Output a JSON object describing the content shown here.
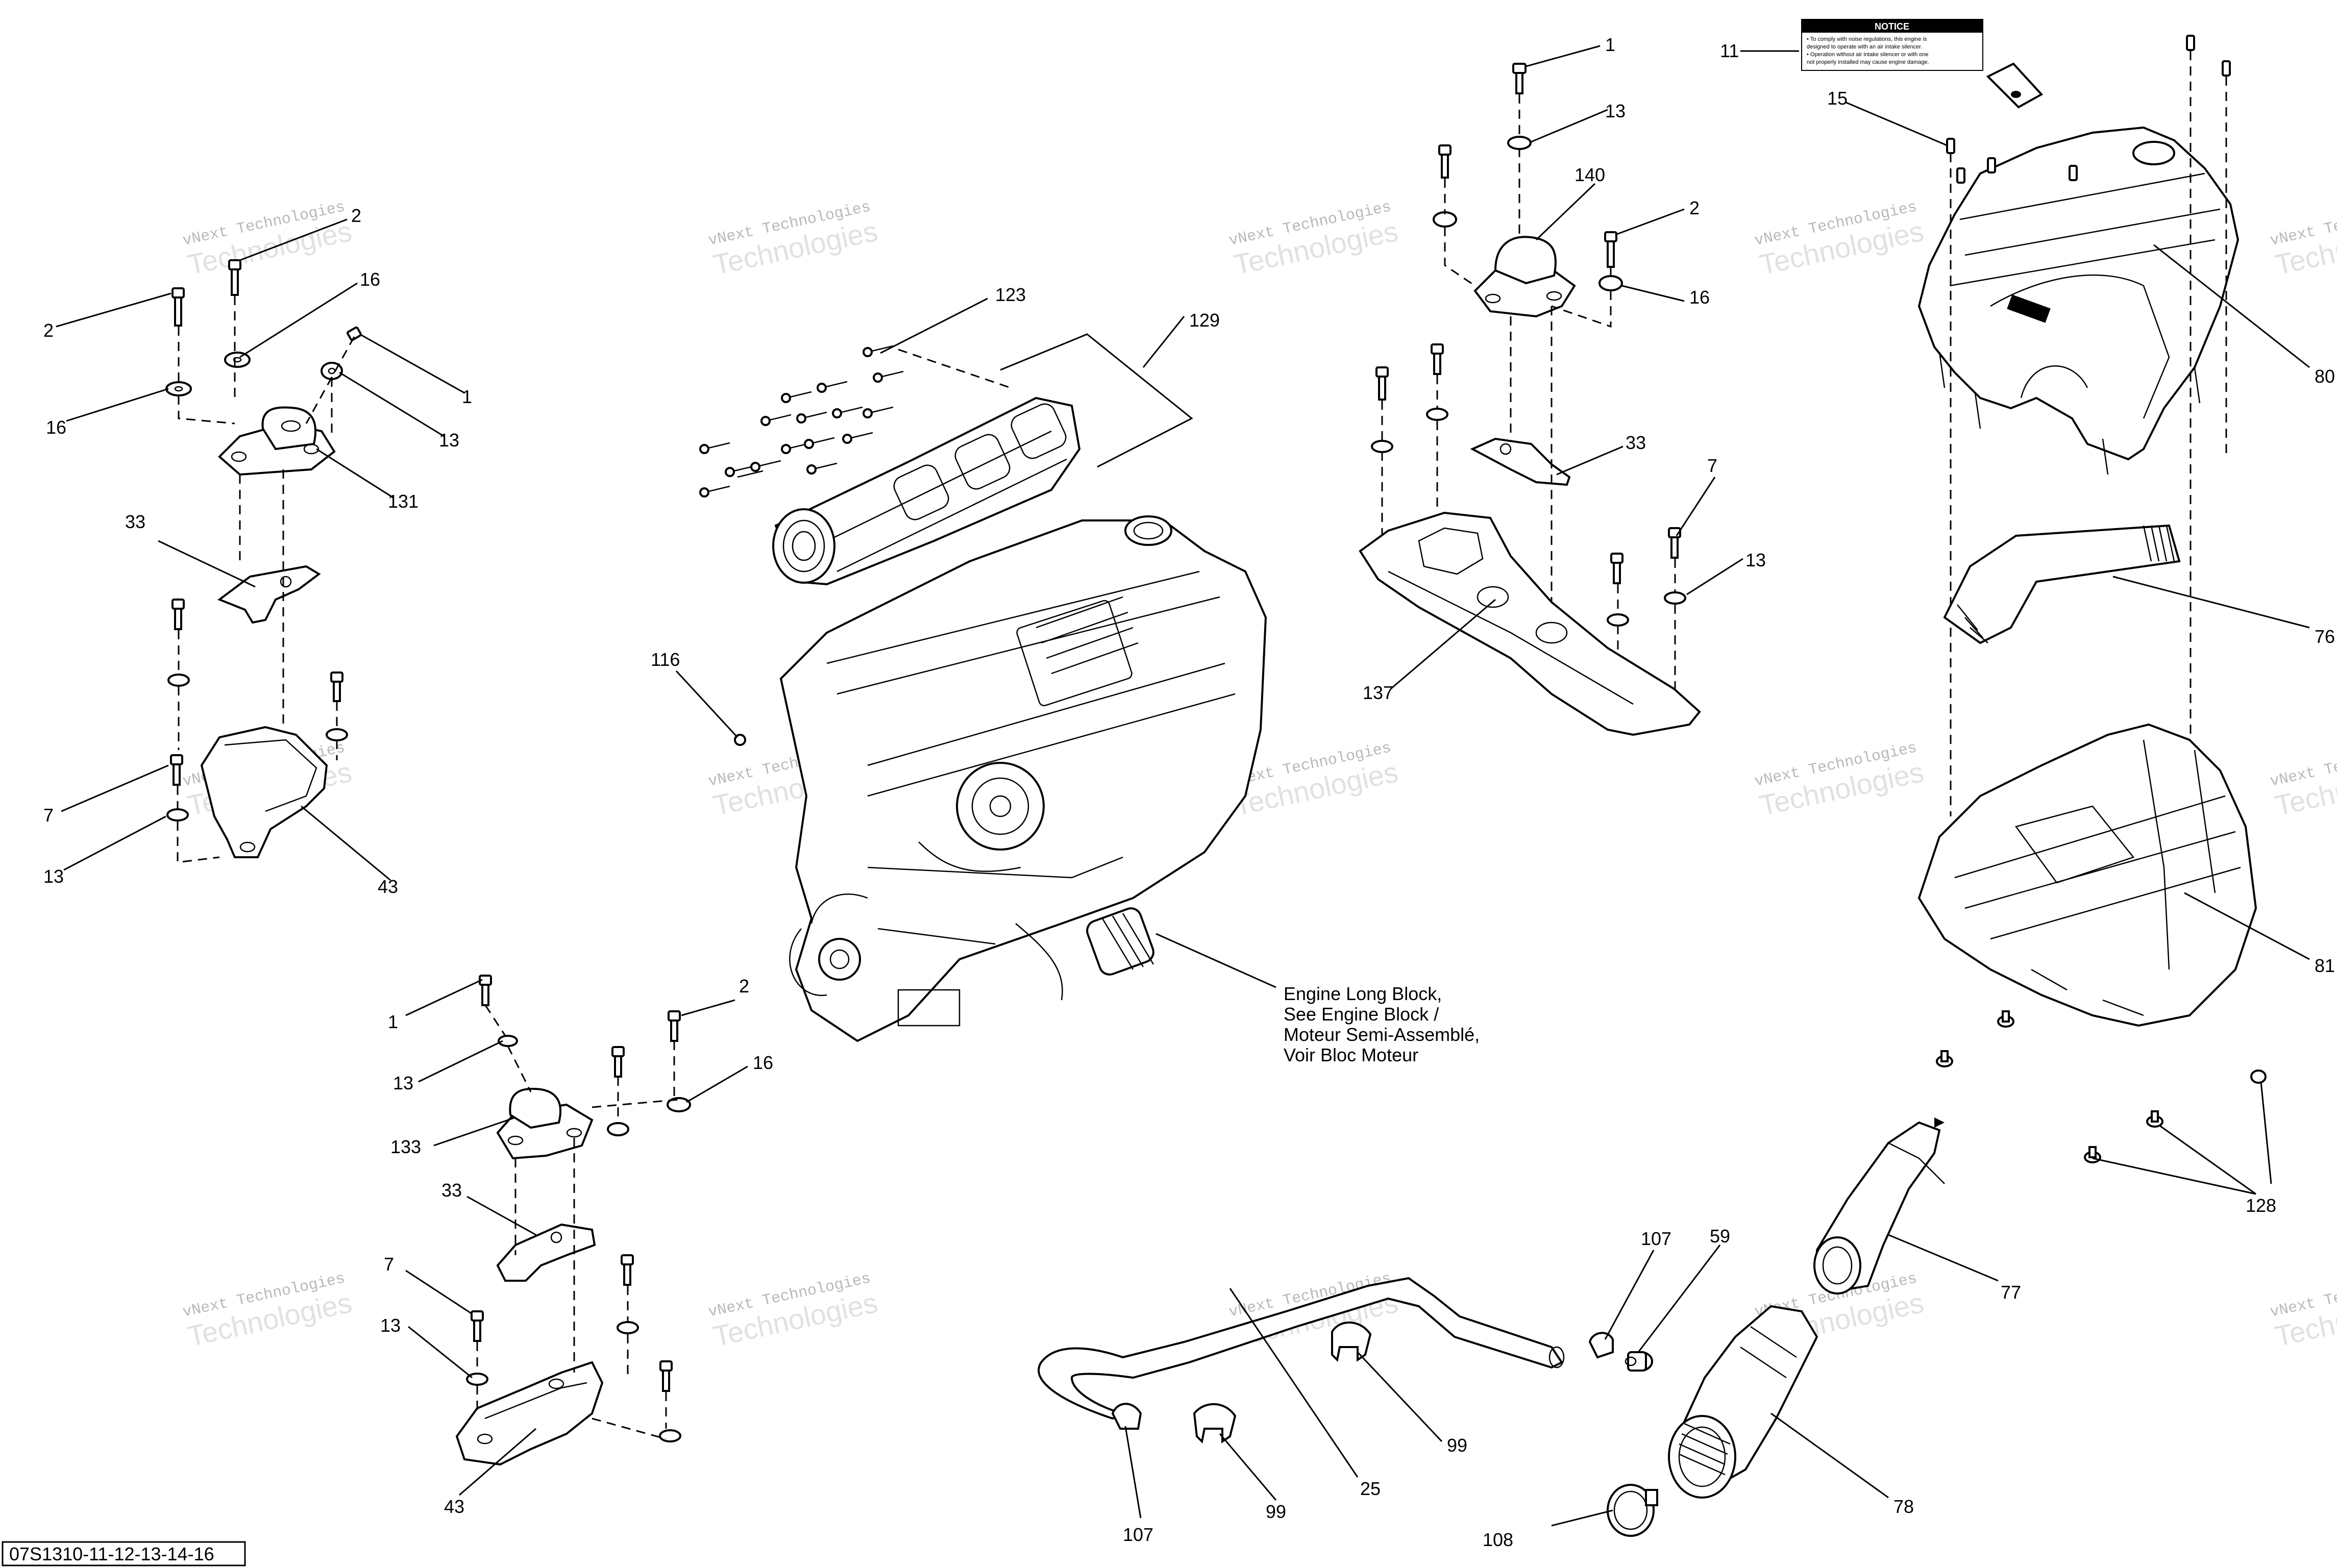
{
  "reference_code": "07S1310-11-12-13-14-16",
  "watermark": {
    "line1": "vNext Technologies",
    "line2": "Technologies"
  },
  "engine_note": [
    "Engine Long Block,",
    "See Engine Block /",
    "Moteur Semi-Assemblé,",
    "Voir Bloc Moteur"
  ],
  "notice_label": {
    "title": "NOTICE",
    "lines": [
      "• To comply with noise regulations, this engine is",
      "designed to operate with an air intake silencer.",
      "• Operation without air intake silencer or with one",
      "not properly installed may cause engine damage."
    ]
  },
  "callouts": {
    "c_2_a": "2",
    "c_2_b": "2",
    "c_16_a": "16",
    "c_1_a": "1",
    "c_13_a": "13",
    "c_16_b": "16",
    "c_131": "131",
    "c_33_a": "33",
    "c_7_a": "7",
    "c_13_b": "13",
    "c_43_a": "43",
    "c_123": "123",
    "c_129": "129",
    "c_116": "116",
    "c_1_b": "1",
    "c_13_c": "13",
    "c_140": "140",
    "c_2_c": "2",
    "c_16_c": "16",
    "c_33_b": "33",
    "c_7_b": "7",
    "c_13_d": "13",
    "c_137": "137",
    "c_11": "11",
    "c_15": "15",
    "c_80": "80",
    "c_76": "76",
    "c_81": "81",
    "c_128": "128",
    "c_77": "77",
    "c_78": "78",
    "c_1_c": "1",
    "c_13_e": "13",
    "c_2_d": "2",
    "c_16_d": "16",
    "c_133": "133",
    "c_33_c": "33",
    "c_7_c": "7",
    "c_13_f": "13",
    "c_43_b": "43",
    "c_107_a": "107",
    "c_59": "59",
    "c_99_a": "99",
    "c_25": "25",
    "c_99_b": "99",
    "c_107_b": "107",
    "c_108": "108"
  }
}
